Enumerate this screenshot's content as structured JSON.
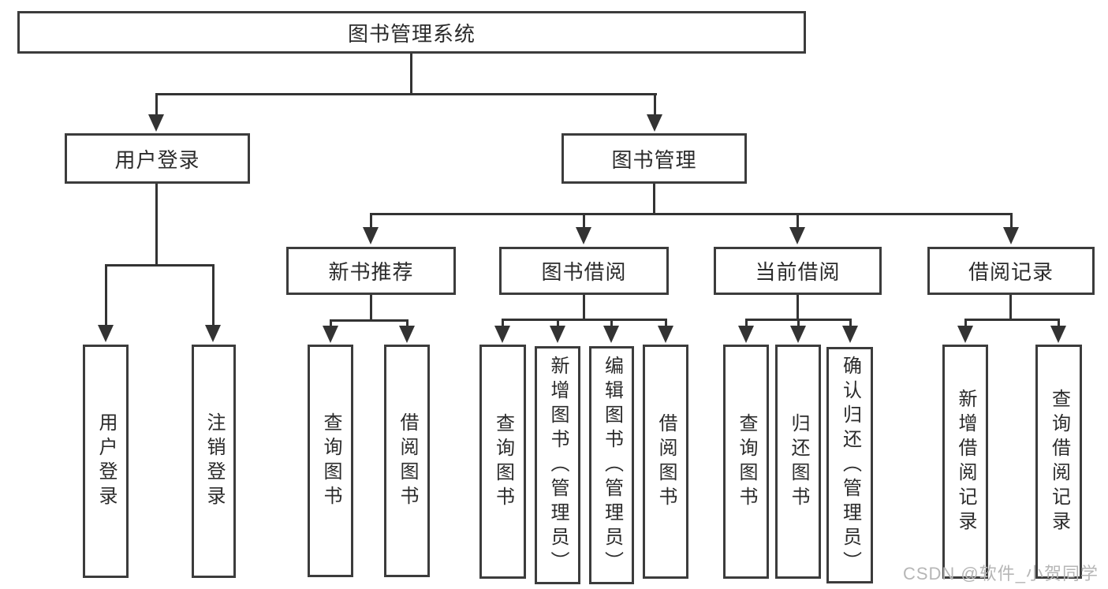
{
  "diagram": {
    "title": "图书管理系统",
    "level2": {
      "user": "用户登录",
      "mgmt": "图书管理"
    },
    "level3": {
      "newbook": "新书推荐",
      "borrow": "图书借阅",
      "current": "当前借阅",
      "records": "借阅记录"
    },
    "leaves": {
      "user": [
        "用户登录",
        "注销登录"
      ],
      "newbook": [
        "查询图书",
        "借阅图书"
      ],
      "borrow": [
        "查询图书",
        "新增图书（管理员）",
        "编辑图书（管理员）",
        "借阅图书"
      ],
      "current": [
        "查询图书",
        "归还图书",
        "确认归还（管理员）"
      ],
      "records": [
        "新增借阅记录",
        "查询借阅记录"
      ]
    }
  },
  "watermark": {
    "text": "CSDN @软件_小贺同学"
  },
  "colors": {
    "line": "#333333",
    "box_border": "#3c3c3c",
    "text": "#2b2b2b",
    "watermark_text": "#b6b6b6",
    "background": "#ffffff"
  }
}
